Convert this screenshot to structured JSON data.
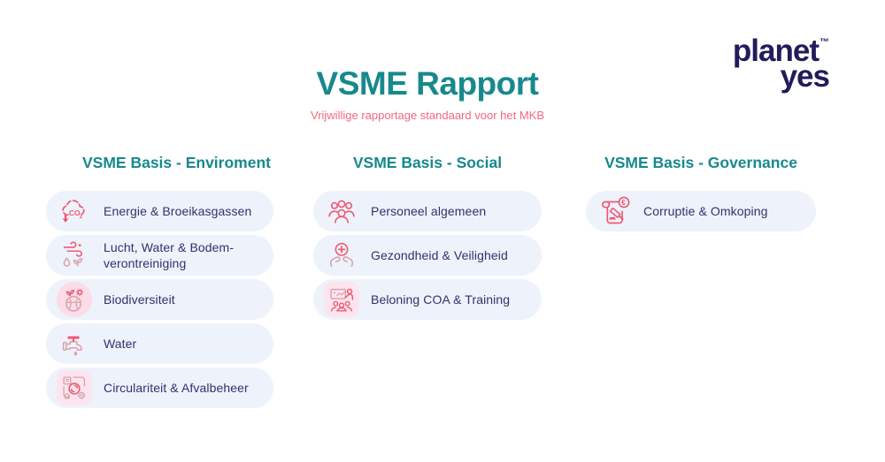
{
  "logo": {
    "line1": "planet",
    "trademark": "™",
    "line2": "yes",
    "color": "#211c5b"
  },
  "header": {
    "title": "VSME Rapport",
    "subtitle": "Vrijwillige rapportage standaard voor het MKB",
    "title_color": "#17898d",
    "subtitle_color": "#f2677f"
  },
  "colors": {
    "accent_teal": "#17898d",
    "accent_pink": "#ee5a72",
    "icon_rose": "#d9a2a8",
    "label_navy": "#31316d",
    "pill_background": "#eef2fb",
    "icon_halo_pink": "#fbdce8"
  },
  "columns": [
    {
      "title": "VSME Basis - Enviroment",
      "items": [
        {
          "label": "Energie & Broeikasgassen",
          "icon": "co2-cloud-icon"
        },
        {
          "label": "Lucht, Water & Bodem-verontreiniging",
          "icon": "air-water-soil-icon"
        },
        {
          "label": "Biodiversiteit",
          "icon": "biodiversity-globe-icon"
        },
        {
          "label": "Water",
          "icon": "water-tap-icon"
        },
        {
          "label": "Circulariteit & Afvalbeheer",
          "icon": "circularity-recycle-icon"
        }
      ]
    },
    {
      "title": "VSME Basis - Social",
      "items": [
        {
          "label": "Personeel algemeen",
          "icon": "people-group-icon"
        },
        {
          "label": "Gezondheid & Veiligheid",
          "icon": "health-hands-cross-icon"
        },
        {
          "label": "Beloning COA & Training",
          "icon": "training-presentation-icon"
        }
      ]
    },
    {
      "title": "VSME Basis - Governance",
      "items": [
        {
          "label": "Corruptie & Omkoping",
          "icon": "gavel-scroll-euro-icon"
        }
      ]
    }
  ]
}
